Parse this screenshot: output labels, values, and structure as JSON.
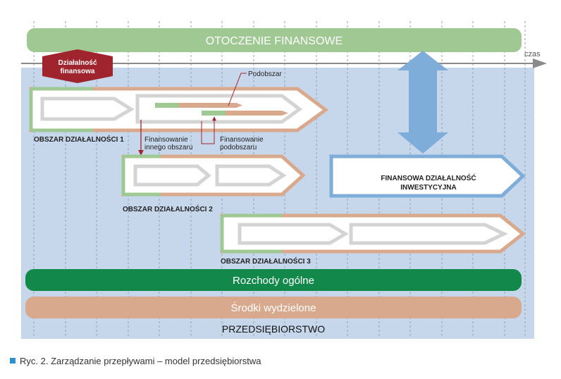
{
  "environment": {
    "label": "OTOCZENIE FINANSOWE"
  },
  "time_axis": {
    "label": "czas"
  },
  "financial_activity": {
    "line1": "Działalność",
    "line2": "finansowa"
  },
  "enterprise": {
    "label": "PRZEDSIĘBIORSTWO"
  },
  "areas": [
    {
      "label": "OBSZAR DZIAŁALNOŚCI 1"
    },
    {
      "label": "OBSZAR DZIAŁALNOŚCI 2"
    },
    {
      "label": "OBSZAR DZIAŁALNOŚCI 3"
    }
  ],
  "callouts": {
    "subarea": "Podobszar",
    "other_area_line1": "Finansowanie",
    "other_area_line2": "innego obszaru",
    "subarea_fin_line1": "Finansowanie",
    "subarea_fin_line2": "podobszaru"
  },
  "investment": {
    "line1": "FINANSOWA DZIAŁALNOŚĆ",
    "line2": "INWESTYCYJNA"
  },
  "bars": {
    "general_costs": "Rozchody ogólne",
    "allocated_funds": "Środki wydzielone"
  },
  "caption": "Ryc. 2. Zarządzanie przepływami – model przedsiębiorstwa",
  "colors": {
    "green_light": "#9fc892",
    "green_dark": "#12884a",
    "salmon": "#d9a98d",
    "enterprise_bg": "#c6d7ec",
    "blue_arrow": "#7fadd9",
    "maroon": "#a0242e",
    "gray_arrow": "#d4d4d4",
    "caption_square": "#2d8fd0"
  }
}
